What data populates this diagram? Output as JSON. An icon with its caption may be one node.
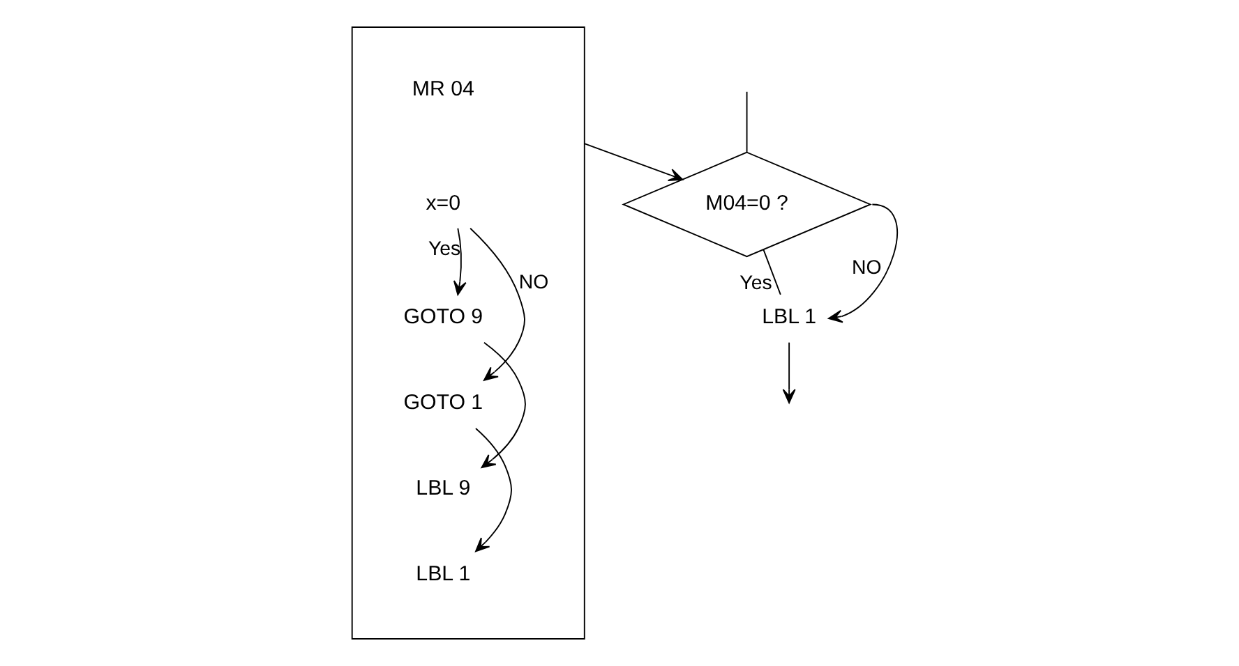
{
  "diagram": {
    "nodes": [
      {
        "text": [],
        "shape": "box"
      },
      {
        "text": [
          "MR 04"
        ],
        "in": 0
      },
      {
        "text": [
          "x=0"
        ],
        "in": 0
      },
      {
        "text": [
          "GOTO 9"
        ],
        "in": 0
      },
      {
        "text": [
          "GOTO 1"
        ],
        "in": 0
      },
      {
        "text": [
          "LBL 9"
        ],
        "in": 0
      },
      {
        "text": [
          "LBL 1"
        ],
        "in": 0
      },
      {
        "text": [
          "M04=0 ?"
        ]
      },
      {
        "text": [
          "LBL 1"
        ]
      }
    ],
    "edges": [
      {
        "from": 2,
        "to": 3,
        "label": "Yes",
        "arrow": "to"
      },
      {
        "from": 2,
        "to": 4,
        "label": "NO",
        "arrow": "to"
      },
      {
        "from": 3,
        "to": 5,
        "arrow": "to"
      },
      {
        "from": 4,
        "to": 6,
        "arrow": "to"
      },
      {
        "from": 0,
        "to": 7,
        "arrow": "to"
      },
      {
        "from": null,
        "to": 7,
        "arrow": "none"
      },
      {
        "from": 7,
        "to": 8,
        "label": "Yes",
        "arrow": "none"
      },
      {
        "from": 7,
        "to": 8,
        "label": "NO",
        "arrow": "to"
      },
      {
        "from": 8,
        "to": null,
        "arrow": "to"
      }
    ]
  }
}
